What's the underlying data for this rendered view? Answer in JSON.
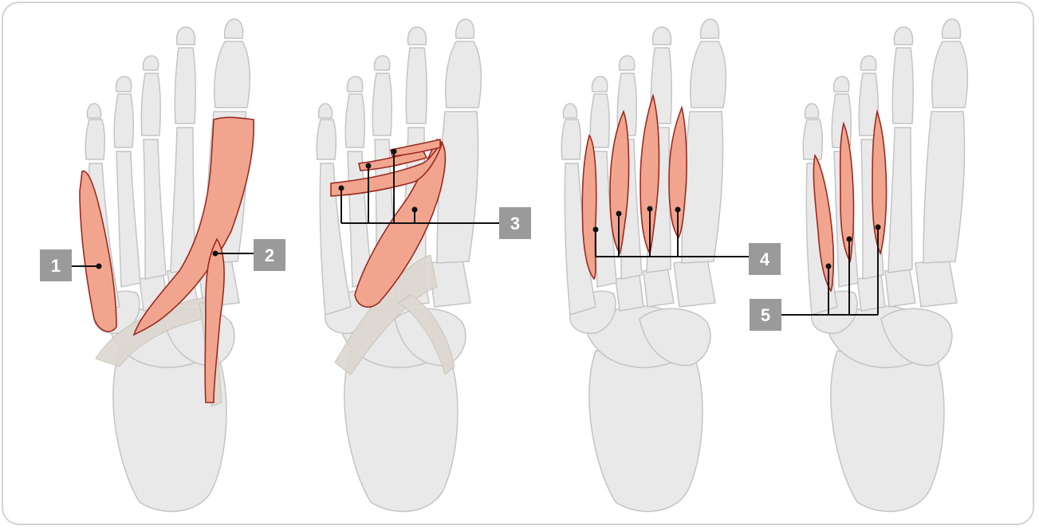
{
  "colors": {
    "bone_fill": "#e9e9e9",
    "bone_stroke": "#c4c4c4",
    "muscle_fill": "#f2a58e",
    "muscle_stroke": "#9b2a22",
    "tendon_fill": "#dcd8d0",
    "leader_line": "#111111",
    "label_box": "#9a9a9a",
    "label_text": "#ffffff"
  },
  "labels": [
    {
      "id": "1",
      "text": "1"
    },
    {
      "id": "2",
      "text": "2"
    },
    {
      "id": "3",
      "text": "3"
    },
    {
      "id": "4",
      "text": "4"
    },
    {
      "id": "5",
      "text": "5"
    }
  ]
}
